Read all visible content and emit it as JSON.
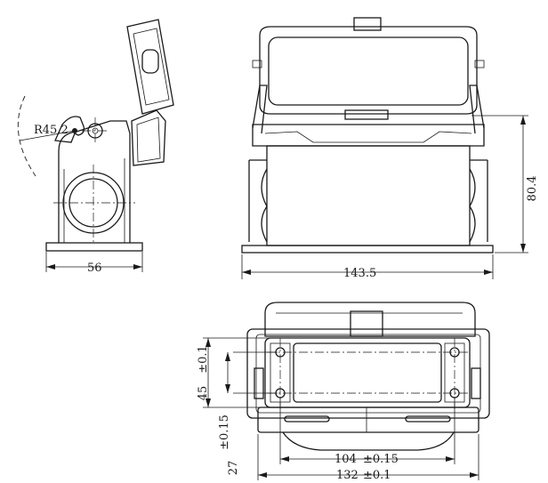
{
  "side_view": {
    "radius_label": "R45.2",
    "width_label": "56"
  },
  "front_view": {
    "width_label": "143.5",
    "height_label": "80.4"
  },
  "bottom_view": {
    "dim_45": "45",
    "dim_45_tol": "±0.1",
    "dim_27": "27",
    "dim_27_tol": "±0.15",
    "dim_104": "104",
    "dim_104_tol": "±0.15",
    "dim_132": "132",
    "dim_132_tol": "±0.1"
  }
}
